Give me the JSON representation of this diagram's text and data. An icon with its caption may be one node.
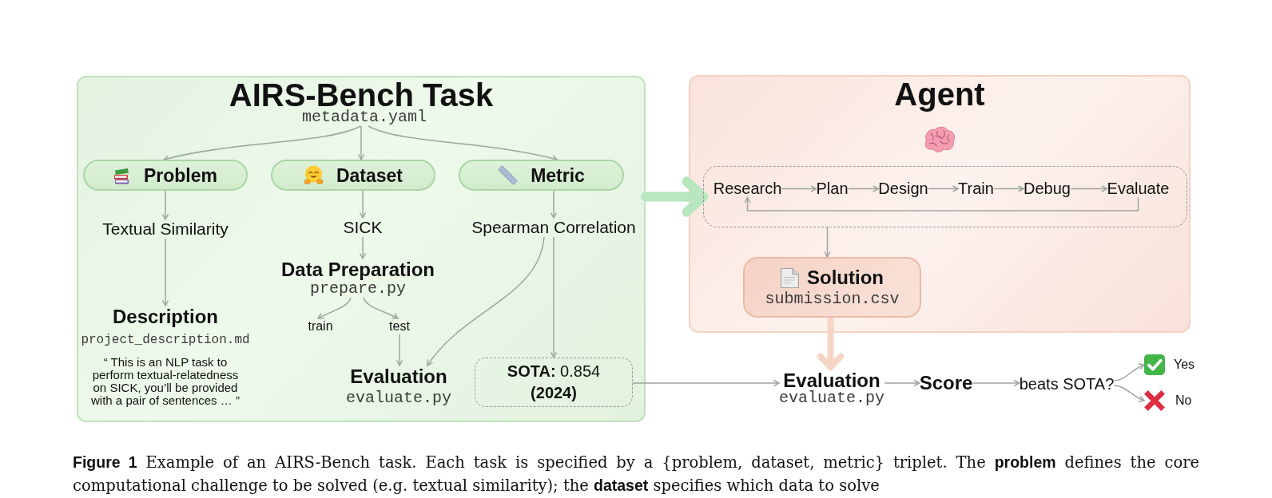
{
  "diagram": {
    "caption": "**Figure 1** Example of an AIRS-Bench task. Each task is specified by a {problem, dataset, metric} triplet. The **problem** defines the core computational challenge to be solved (e.g. textual similarity); the **dataset** specifies which data to solve",
    "nodes": [
      {
        "text": [
          "AIRS-Bench Task"
        ]
      },
      {
        "text": [
          "metadata.yaml"
        ],
        "in": 0
      },
      {
        "text": [
          "Problem"
        ],
        "in": 0
      },
      {
        "text": [
          "Dataset"
        ],
        "in": 0
      },
      {
        "text": [
          "Metric"
        ],
        "in": 0
      },
      {
        "text": [
          "Textual Similarity"
        ],
        "in": 0
      },
      {
        "text": [
          "SICK"
        ],
        "in": 0
      },
      {
        "text": [
          "Spearman Correlation"
        ],
        "in": 0
      },
      {
        "text": [
          "Data Preparation",
          "prepare.py"
        ],
        "in": 0
      },
      {
        "text": [
          "Description",
          "project_description.md",
          "“ This is an NLP task to perform textual-relatedness on SICK, you’ll be provided with a pair of sentences … ”"
        ],
        "in": 0
      },
      {
        "text": [
          "train"
        ],
        "in": 0
      },
      {
        "text": [
          "test"
        ],
        "in": 0
      },
      {
        "text": [
          "Evaluation",
          "evaluate.py"
        ],
        "in": 0
      },
      {
        "text": [
          "**SOTA:** 0.854 **(2024)**"
        ],
        "in": 0
      },
      {
        "text": [
          "Agent"
        ]
      },
      {
        "text": [],
        "shape": "box",
        "in": 14
      },
      {
        "text": [
          "Research"
        ],
        "in": 15
      },
      {
        "text": [
          "Plan"
        ],
        "in": 15
      },
      {
        "text": [
          "Design"
        ],
        "in": 15
      },
      {
        "text": [
          "Train"
        ],
        "in": 15
      },
      {
        "text": [
          "Debug"
        ],
        "in": 15
      },
      {
        "text": [
          "Evaluate"
        ],
        "in": 15
      },
      {
        "text": [
          "Solution",
          "submission.csv"
        ],
        "in": 14
      },
      {
        "text": [
          "Evaluation",
          "evaluate.py"
        ]
      },
      {
        "text": [
          "Score"
        ]
      },
      {
        "text": [
          "beats SOTA?"
        ]
      },
      {
        "text": [
          "Yes"
        ]
      },
      {
        "text": [
          "No"
        ]
      }
    ],
    "edges": [
      {
        "from": 1,
        "to": 2,
        "arrow": "to"
      },
      {
        "from": 1,
        "to": 3,
        "arrow": "to"
      },
      {
        "from": 1,
        "to": 4,
        "arrow": "to"
      },
      {
        "from": 2,
        "to": 5,
        "arrow": "to"
      },
      {
        "from": 3,
        "to": 6,
        "arrow": "to"
      },
      {
        "from": 4,
        "to": 7,
        "arrow": "to"
      },
      {
        "from": 5,
        "to": 9,
        "arrow": "to"
      },
      {
        "from": 6,
        "to": 8,
        "arrow": "to"
      },
      {
        "from": 8,
        "to": 10,
        "arrow": "to"
      },
      {
        "from": 8,
        "to": 11,
        "arrow": "to"
      },
      {
        "from": 11,
        "to": 12,
        "arrow": "to"
      },
      {
        "from": 7,
        "to": 12,
        "arrow": "to"
      },
      {
        "from": 7,
        "to": 13,
        "arrow": "to"
      },
      {
        "from": 13,
        "to": 23,
        "arrow": "to"
      },
      {
        "from": 0,
        "to": 15,
        "arrow": "to",
        "style": "thick",
        "color": "#b8e6bf"
      },
      {
        "from": 16,
        "to": 17,
        "arrow": "to"
      },
      {
        "from": 17,
        "to": 18,
        "arrow": "to"
      },
      {
        "from": 18,
        "to": 19,
        "arrow": "to"
      },
      {
        "from": 19,
        "to": 20,
        "arrow": "to"
      },
      {
        "from": 20,
        "to": 21,
        "arrow": "to"
      },
      {
        "from": 21,
        "to": 16,
        "arrow": "to"
      },
      {
        "from": 15,
        "to": 22,
        "arrow": "to"
      },
      {
        "from": 22,
        "to": 23,
        "arrow": "to",
        "style": "thick",
        "color": "#f7d5c6"
      },
      {
        "from": 23,
        "to": 24,
        "arrow": "to"
      },
      {
        "from": 24,
        "to": 25,
        "arrow": "to"
      },
      {
        "from": 25,
        "to": 26,
        "arrow": "to"
      },
      {
        "from": 25,
        "to": 27,
        "arrow": "to"
      }
    ]
  }
}
